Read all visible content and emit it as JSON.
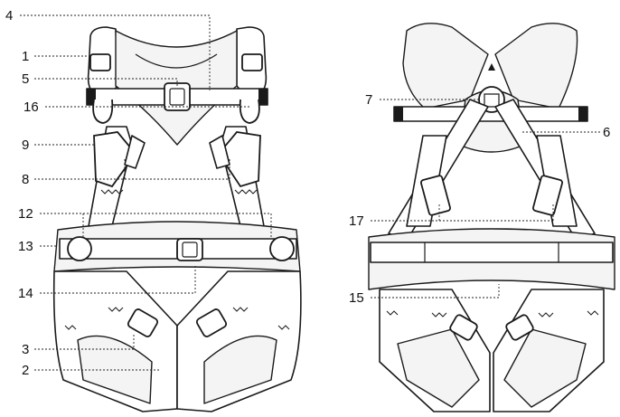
{
  "figure": {
    "front_view": {
      "labels": [
        {
          "id": "1",
          "text": "1"
        },
        {
          "id": "4",
          "text": "4"
        },
        {
          "id": "5",
          "text": "5"
        },
        {
          "id": "16",
          "text": "16"
        },
        {
          "id": "9",
          "text": "9"
        },
        {
          "id": "8",
          "text": "8"
        },
        {
          "id": "12",
          "text": "12"
        },
        {
          "id": "13",
          "text": "13"
        },
        {
          "id": "14",
          "text": "14"
        },
        {
          "id": "3",
          "text": "3"
        },
        {
          "id": "2",
          "text": "2"
        }
      ]
    },
    "back_view": {
      "labels": [
        {
          "id": "7",
          "text": "7"
        },
        {
          "id": "6",
          "text": "6"
        },
        {
          "id": "17",
          "text": "17"
        },
        {
          "id": "15",
          "text": "15"
        }
      ]
    }
  }
}
